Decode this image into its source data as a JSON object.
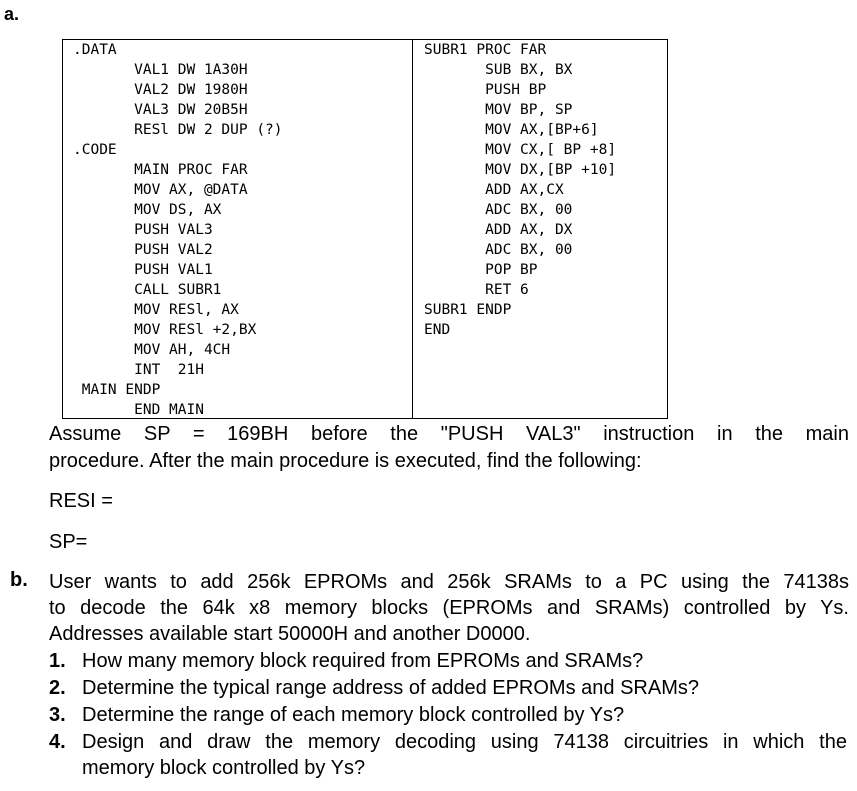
{
  "part_a": {
    "label": "a.",
    "left_code": [
      ".DATA",
      "       VAL1 DW 1A30H",
      "       VAL2 DW 1980H",
      "       VAL3 DW 20B5H",
      "       RESl DW 2 DUP (?)",
      ".CODE",
      "       MAIN PROC FAR",
      "       MOV AX, @DATA",
      "       MOV DS, AX",
      "       PUSH VAL3",
      "       PUSH VAL2",
      "       PUSH VAL1",
      "       CALL SUBR1",
      "       MOV RESl, AX",
      "       MOV RESl +2,BX",
      "       MOV AH, 4CH",
      "       INT  21H",
      " MAIN ENDP",
      "       END MAIN"
    ],
    "right_code": [
      "SUBR1 PROC FAR",
      "       SUB BX, BX",
      "       PUSH BP",
      "       MOV BP, SP",
      "       MOV AX,[BP+6]",
      "       MOV CX,[ BP +8]",
      "       MOV DX,[BP +10]",
      "       ADD AX,CX",
      "       ADC BX, 00",
      "       ADD AX, DX",
      "       ADC BX, 00",
      "       POP BP",
      "       RET 6",
      "SUBR1 ENDP",
      "END"
    ],
    "assume_line1": "Assume SP = 169BH before the \"PUSH VAL3\" instruction in the main",
    "assume_line2": "procedure. After the main procedure is executed, find the following:",
    "resi_label": "RESI =",
    "sp_label": "SP="
  },
  "part_b": {
    "label": "b.",
    "intro_line1": "User wants to add 256k EPROMs and 256k SRAMs to a PC using the 74138s",
    "intro_line2": "to decode the 64k x8 memory blocks (EPROMs and SRAMs) controlled by Ys.",
    "intro_line3": "Addresses available start 50000H and another D0000.",
    "questions": [
      {
        "num": "1.",
        "line1": "How many memory block required from EPROMs and SRAMs?",
        "line2": ""
      },
      {
        "num": "2.",
        "line1": "Determine the typical range address of added EPROMs and SRAMs?",
        "line2": ""
      },
      {
        "num": "3.",
        "line1": "Determine the range of each memory block controlled by Ys?",
        "line2": ""
      },
      {
        "num": "4.",
        "line1": "Design and draw the memory decoding using 74138 circuitries in which the",
        "line2": "memory block controlled by Ys?"
      }
    ]
  }
}
